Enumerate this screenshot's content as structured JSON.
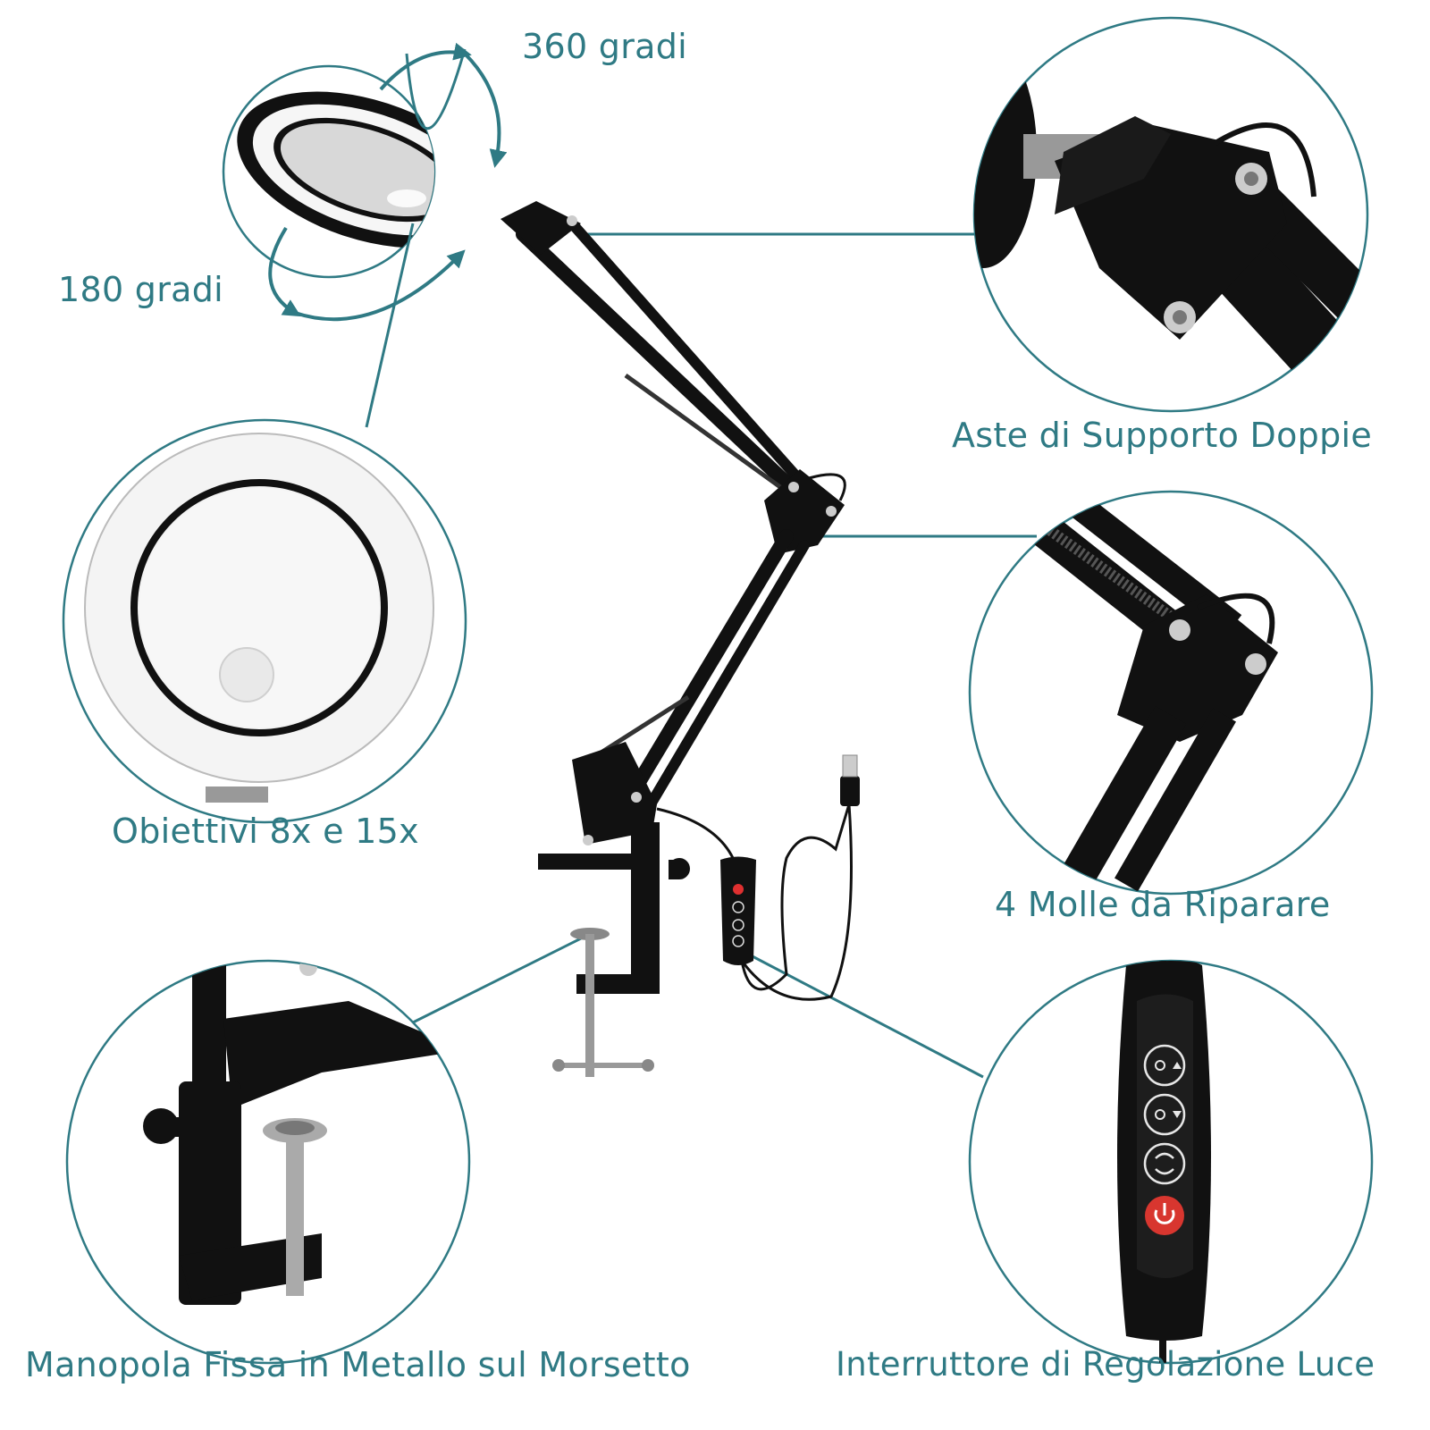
{
  "labels": {
    "rotation_360": "360 gradi",
    "rotation_180": "180 gradi",
    "lenses": "Obiettivi 8x e 15x",
    "support_rods": "Aste di Supporto Doppie",
    "springs": "4 Molle da Riparare",
    "clamp_knob": "Manopola Fissa in Metallo sul Morsetto",
    "dimmer_switch": "Interruttore di Regolazione Luce"
  },
  "colors": {
    "accent": "#2f7a84",
    "product": "#111111",
    "power_button": "#e03030",
    "background": "#ffffff"
  },
  "icons": [
    "brightness-up-icon",
    "brightness-down-icon",
    "color-cycle-icon",
    "power-icon",
    "usb-plug-icon"
  ]
}
